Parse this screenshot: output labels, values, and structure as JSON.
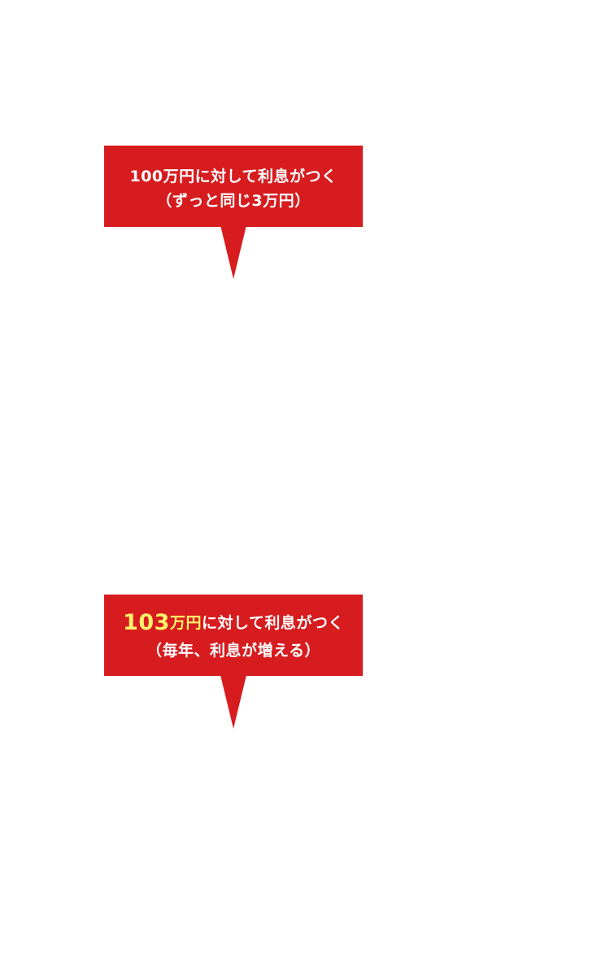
{
  "callout_top": {
    "line1": "100万円に対して利息がつく",
    "line2": "（ずっと同じ3万円）"
  },
  "callout_bottom": {
    "highlight_number": "103",
    "highlight_unit": "万円",
    "line1_rest": "に対して利息がつく",
    "line2": "（毎年、利息が増える）"
  },
  "colors": {
    "callout_bg": "#d71c1f",
    "text": "#ffffff",
    "highlight": "#fff36b",
    "page_bg": "#ffffff"
  }
}
